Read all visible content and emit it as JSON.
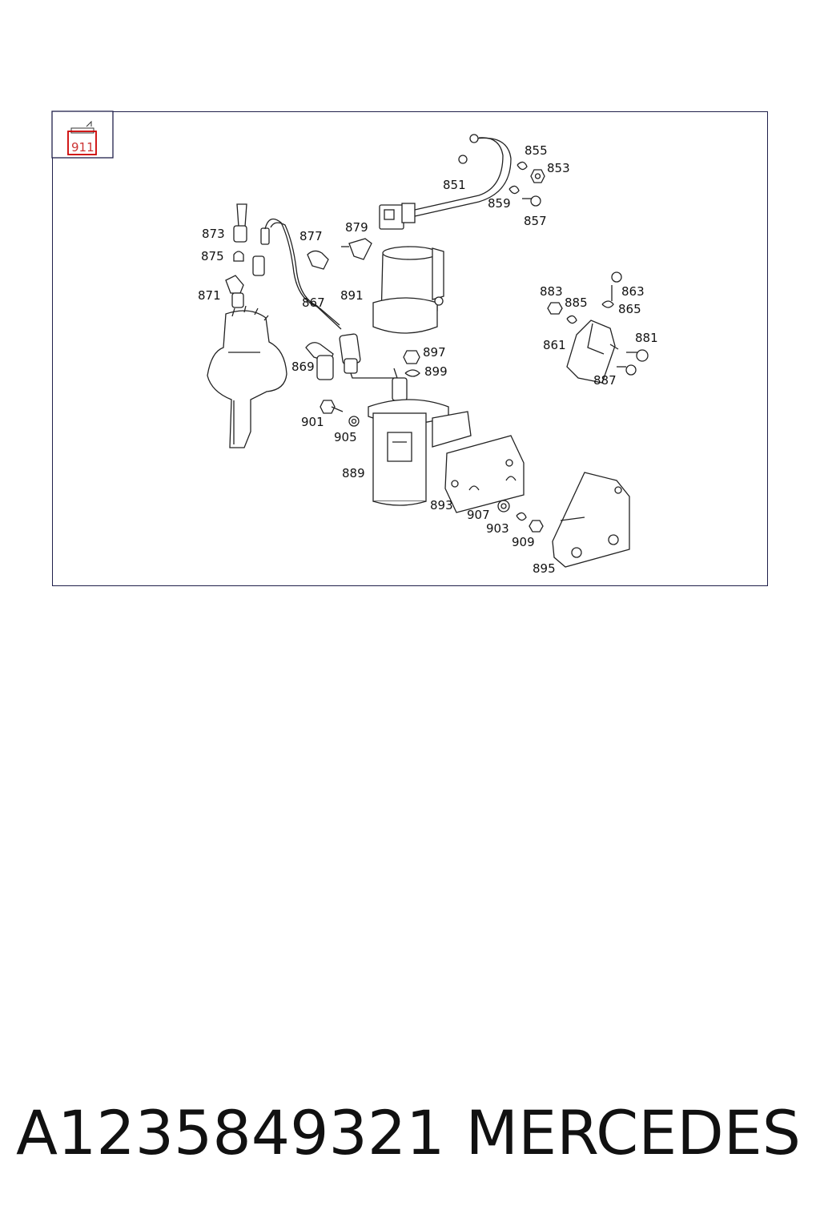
{
  "diagram": {
    "group_code": "911",
    "callouts": [
      "851",
      "853",
      "855",
      "857",
      "859",
      "861",
      "863",
      "865",
      "867",
      "869",
      "871",
      "873",
      "875",
      "877",
      "879",
      "881",
      "883",
      "885",
      "887",
      "889",
      "891",
      "893",
      "895",
      "897",
      "899",
      "901",
      "903",
      "905",
      "907",
      "909"
    ]
  },
  "footer": {
    "part_number": "A1235849321",
    "brand": "MERCEDES"
  },
  "colors": {
    "line": "#222222",
    "frame": "#1f1f4a",
    "highlight": "#cc0000"
  }
}
